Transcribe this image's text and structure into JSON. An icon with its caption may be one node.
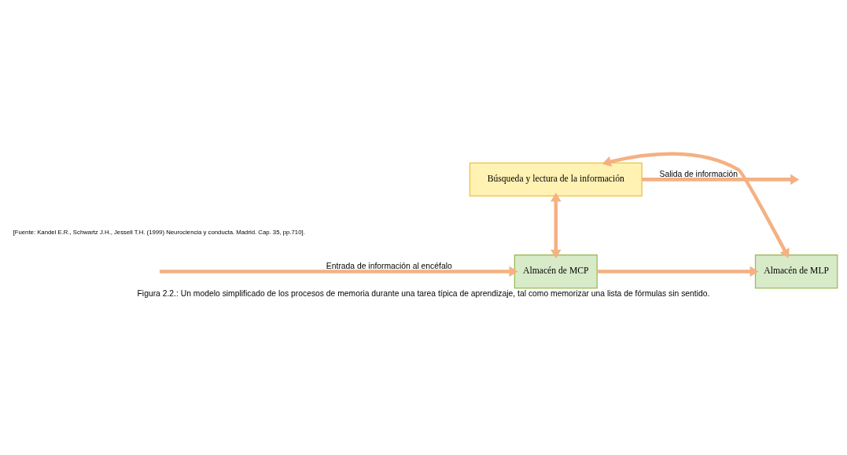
{
  "diagram": {
    "caption": "Figura 2.2.: Un modelo simplificado de los procesos de memoria durante una tarea típica de aprendizaje, tal como memorizar una lista de fórmulas sin sentido.",
    "nodes": [
      {
        "text": [
          "Almacén de MCP"
        ]
      },
      {
        "text": [
          "Almacén de MLP"
        ]
      },
      {
        "text": [
          "Búsqueda y lectura de la información"
        ]
      }
    ],
    "edges": [
      {
        "from": null,
        "to": 0,
        "arrow": "to",
        "label": "Entrada de información al encéfalo"
      },
      {
        "from": 0,
        "to": 1,
        "arrow": "to"
      },
      {
        "from": 0,
        "to": 2,
        "arrow": "both"
      },
      {
        "from": 1,
        "to": 2,
        "arrow": "both"
      },
      {
        "from": 2,
        "to": null,
        "arrow": "to",
        "label": "Salida de información"
      }
    ],
    "labels": [
      "[Fuente: Kandel E.R., Schwartz J.H., Jessell T.H. (1999) Neurociencia y conducta. Madrid. Cap. 35, pp.710]."
    ]
  }
}
